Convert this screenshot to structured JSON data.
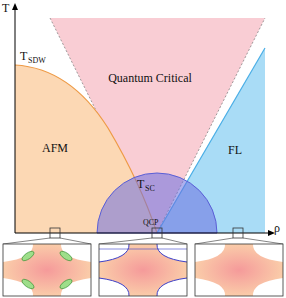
{
  "diagram": {
    "nodes": [
      {
        "text": [
          "Quantum Critical"
        ]
      },
      {
        "text": [
          "AFM"
        ]
      },
      {
        "text": [
          "FL"
        ]
      },
      {
        "text": [
          "T",
          "SC",
          "QCP"
        ]
      }
    ],
    "labels": [
      "T",
      "T",
      "SDW",
      "ρ"
    ]
  }
}
